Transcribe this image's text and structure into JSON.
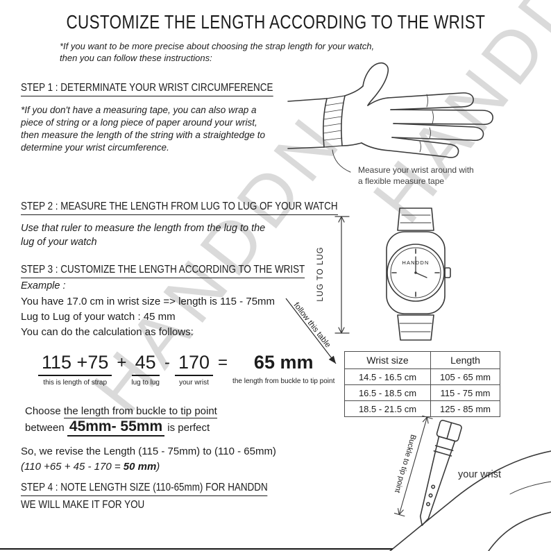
{
  "watermark": {
    "text": "HANDDN"
  },
  "colors": {
    "ink": "#1c1c1c",
    "line": "#3a3a3a",
    "watermark": "#dadada"
  },
  "title": "CUSTOMIZE THE LENGTH ACCORDING TO THE WRIST",
  "intro": {
    "line1": "*If you want to be more precise about choosing the strap length for your watch,",
    "line2": "then you can follow these instructions:"
  },
  "step1": {
    "heading": "STEP 1 : DETERMINATE YOUR WRIST CIRCUMFERENCE",
    "body": "*If you don't have a measuring tape, you can also wrap a piece of string or a long piece of paper around your wrist, then measure the length of the string with a straightedge to determine your wrist circumference.",
    "caption": "Measure your wrist around with a flexible measure tape"
  },
  "step2": {
    "heading": "STEP 2 : MEASURE THE LENGTH FROM LUG TO LUG OF YOUR WATCH",
    "body": "Use that ruler to measure the length from the lug to the lug of your watch",
    "lug_label": "LUG TO LUG",
    "watch_brand": "HANDDN"
  },
  "step3": {
    "heading": "STEP 3 : CUSTOMIZE THE LENGTH ACCORDING TO THE WRIST",
    "example_label": "Example :",
    "line1": "You have 17.0 cm in wrist size => length is 115 - 75mm",
    "line2": "Lug to Lug of your watch : 45 mm",
    "line3": "You can do the calculation as follows:",
    "formula": {
      "strap": "115 +75",
      "strap_label": "this is length of strap",
      "plus": "+",
      "lug": "45",
      "lug_label": "lug to lug",
      "minus": "-",
      "wrist": "170",
      "wrist_label": "your wrist",
      "equals": "=",
      "result": "65 mm",
      "result_label": "the length from buckle to tip point"
    },
    "follow_note": "follow this table",
    "choose": {
      "prefix": "Choose ",
      "underlined": "the length from buckle to tip point",
      "between": "between ",
      "range": "45mm- 55mm",
      "suffix": " is perfect"
    },
    "revise": {
      "line1": "So, we revise the Length (115 - 75mm) to (110 - 65mm)",
      "calc_pre": "(110 +65 + 45 - 170 = ",
      "calc_bold": "50 mm",
      "calc_post": ")"
    }
  },
  "table": {
    "headers": [
      "Wrist size",
      "Length"
    ],
    "rows": [
      [
        "14.5 - 16.5 cm",
        "105 - 65 mm"
      ],
      [
        "16.5 - 18.5 cm",
        "115 - 75 mm"
      ],
      [
        "18.5 - 21.5 cm",
        "125 - 85 mm"
      ]
    ]
  },
  "step4": {
    "line1": "STEP 4 : NOTE LENGTH SIZE (110-65mm) FOR HANDDN",
    "line2": "WE WILL MAKE IT FOR YOU",
    "buckle_label": "Buckle to tip point",
    "wrist_label": "your wrist"
  }
}
